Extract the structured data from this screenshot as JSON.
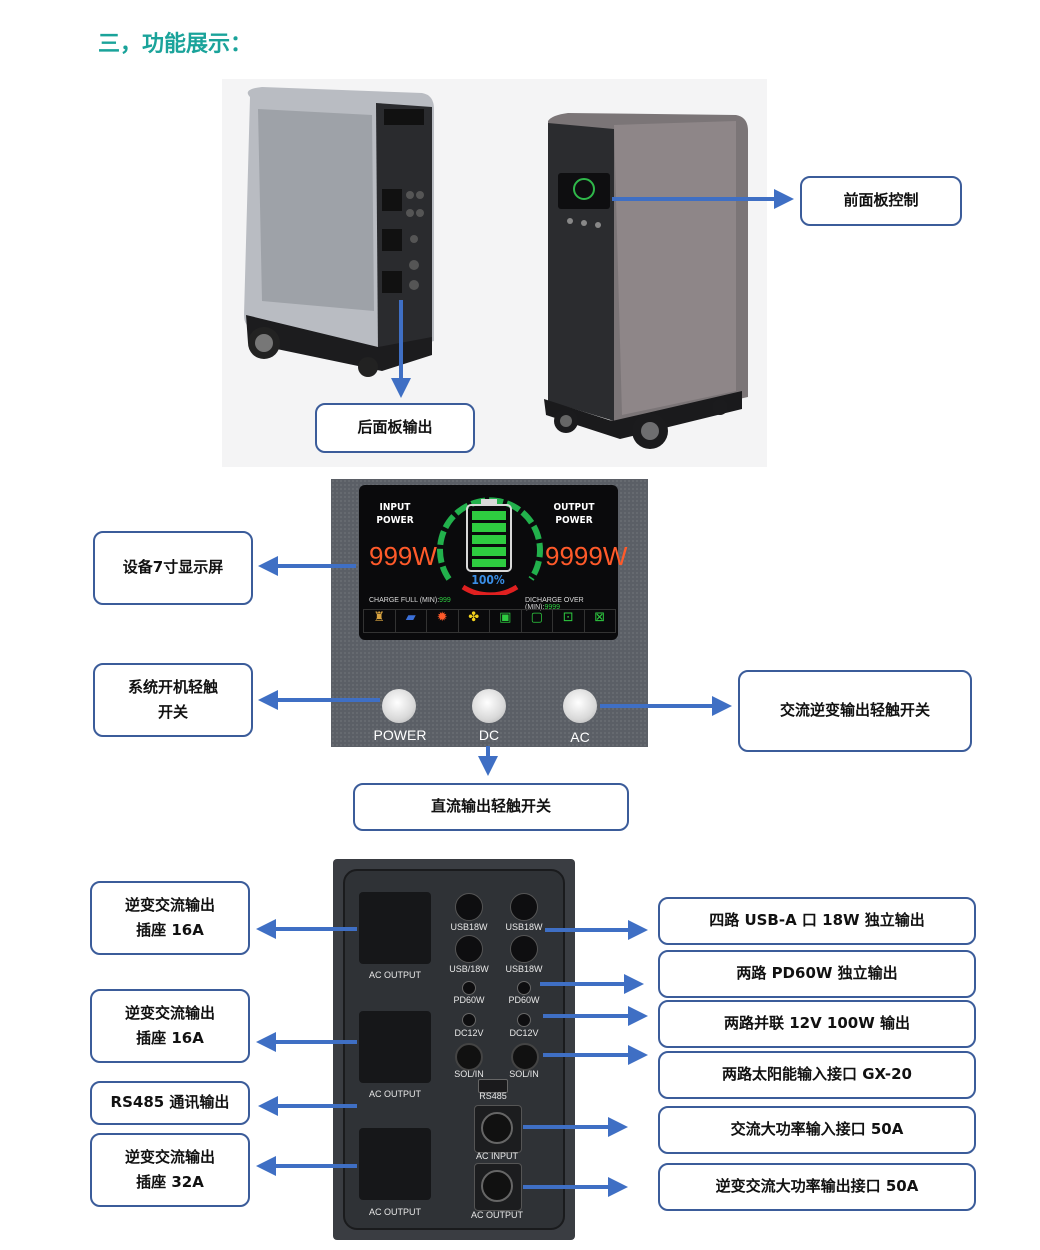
{
  "heading": "三，功能展示：",
  "top_labels": {
    "rear_output": "后面板输出",
    "front_control": "前面板控制"
  },
  "display_labels": {
    "screen": "设备7寸显示屏",
    "power_switch": "系统开机轻触\n开关",
    "ac_switch": "交流逆变输出轻触开关",
    "dc_switch": "直流输出轻触开关"
  },
  "screen": {
    "input_title": "INPUT\nPOWER",
    "output_title": "OUTPUT\nPOWER",
    "input_value": "999W",
    "output_value": "9999W",
    "battery_percent": "100%",
    "charge_full_label": "CHARGE FULL (MIN):",
    "charge_full_value": "999",
    "discharge_label": "DICHARGE OVER (MIN):",
    "discharge_value": "9999"
  },
  "buttons": [
    "POWER",
    "DC",
    "AC"
  ],
  "rear_left_labels": [
    "逆变交流输出\n插座 16A",
    "逆变交流输出\n插座 16A",
    "RS485 通讯输出",
    "逆变交流输出\n插座 32A"
  ],
  "rear_right_labels": [
    "四路 USB-A 口 18W 独立输出",
    "两路 PD60W 独立输出",
    "两路并联 12V 100W 输出",
    "两路太阳能输入接口 GX-20",
    "交流大功率输入接口 50A",
    "逆变交流大功率输出接口 50A"
  ],
  "ports": {
    "ac_output": "AC OUTPUT",
    "usb18w": "USB18W",
    "usb_18w": "USB/18W",
    "pd60w": "PD60W",
    "dc12v": "DC12V",
    "sol_in": "SOL/IN",
    "rs485": "RS485",
    "ac_input": "AC INPUT"
  },
  "colors": {
    "heading": "#1aa39a",
    "arrow": "#3f6fc4",
    "box_border": "#3b5c9a"
  }
}
